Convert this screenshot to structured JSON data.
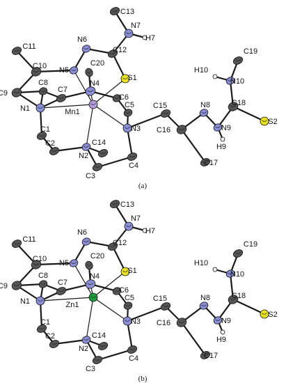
{
  "panels": [
    {
      "caption": "(a)",
      "metal_label": "Mn1",
      "metal_color": "#b59ad8",
      "labels": {
        "C13": "C13",
        "N7": "N7",
        "H7": "H7",
        "N6": "N6",
        "C12": "C12",
        "C11": "C11",
        "C10": "C10",
        "N5": "N5",
        "C20": "C20",
        "S1": "S1",
        "C19": "C19",
        "H10": "H10",
        "N10": "N10",
        "N4": "N4",
        "C9": "C9",
        "C8": "C8",
        "C7": "C7",
        "C6": "C6",
        "C18": "C18",
        "N1": "N1",
        "Mn1": "Mn1",
        "C15": "C15",
        "N8": "N8",
        "C5": "C5",
        "S2": "S2",
        "N3": "N3",
        "N9": "N9",
        "C1": "C1",
        "C16": "C16",
        "C14": "C14",
        "H9": "H9",
        "C2": "C2",
        "N2": "N2",
        "C4": "C4",
        "C17": "C17",
        "C3": "C3"
      }
    },
    {
      "caption": "(b)",
      "metal_label": "Zn1",
      "metal_color": "#1f9a3c",
      "labels": {
        "C13": "C13",
        "N7": "N7",
        "H7": "H7",
        "N6": "N6",
        "C12": "C12",
        "C11": "C11",
        "C10": "C10",
        "N5": "N5",
        "C20": "C20",
        "S1": "S1",
        "C19": "C19",
        "H10": "H10",
        "N10": "N10",
        "N4": "N4",
        "C9": "C9",
        "C8": "C8",
        "C7": "C7",
        "C6": "C6",
        "C18": "C18",
        "N1": "N1",
        "Zn1": "Zn1",
        "C15": "C15",
        "N8": "N8",
        "C5": "C5",
        "S2": "S2",
        "N3": "N3",
        "N9": "N9",
        "C1": "C1",
        "C16": "C16",
        "C14": "C14",
        "H9": "H9",
        "C2": "C2",
        "N2": "N2",
        "C4": "C4",
        "C17": "C17",
        "C3": "C3"
      }
    }
  ],
  "colors": {
    "carbon": "#555555",
    "nitrogen": "#8a8fd6",
    "sulfur": "#e8df2a",
    "hydrogen": "#f4f4f4",
    "bond": "#1a1a1a"
  }
}
